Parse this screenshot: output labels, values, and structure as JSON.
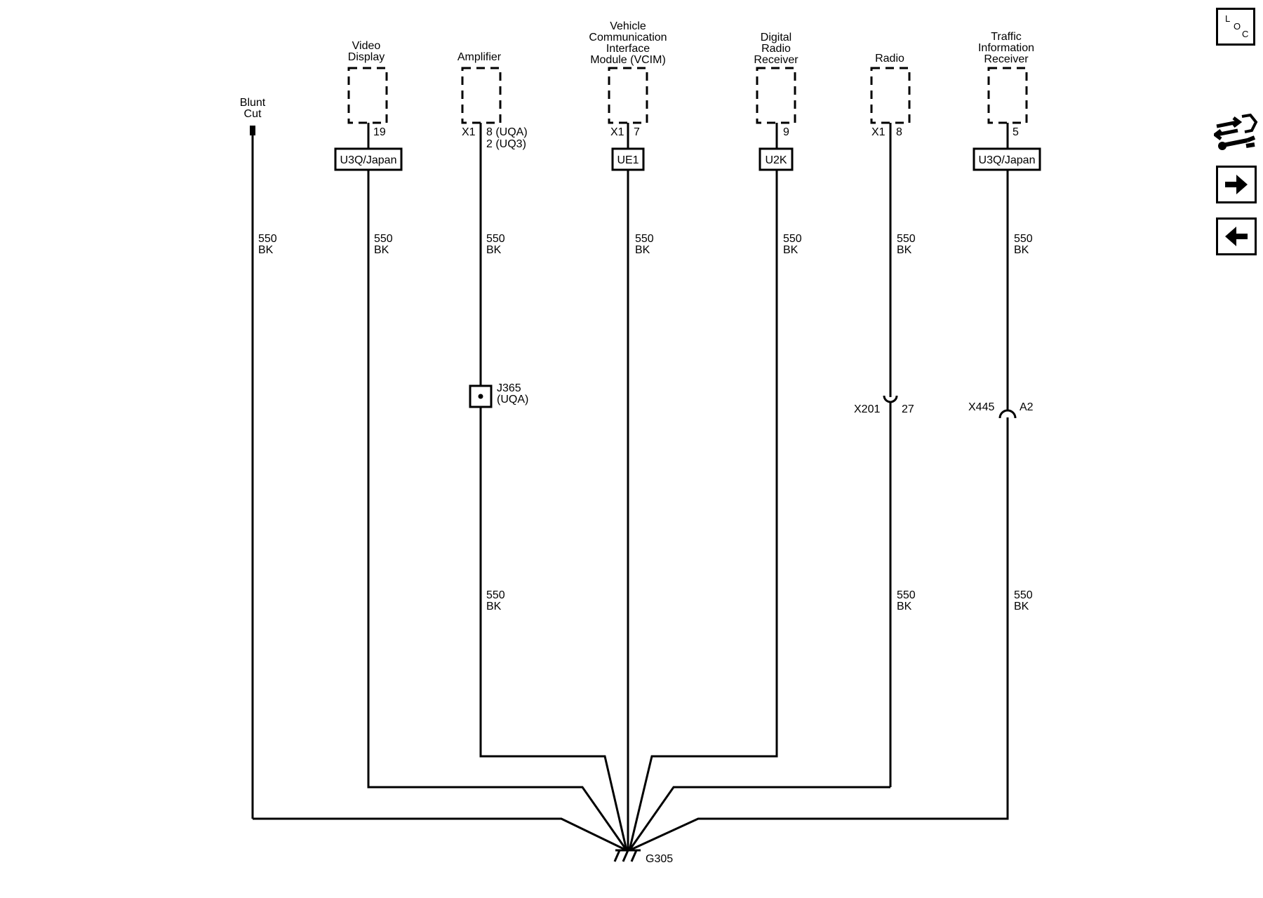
{
  "components": {
    "video_display": {
      "name_lines": [
        "Video",
        "Display"
      ],
      "pin": "19",
      "option": "U3Q/Japan",
      "wire_circuit": "550",
      "wire_color": "BK"
    },
    "amplifier": {
      "name_lines": [
        "Amplifier"
      ],
      "connector": "X1",
      "pin_lines": [
        "8 (UQA)",
        "2 (UQ3)"
      ],
      "wire_circuit": "550",
      "wire_color": "BK",
      "lower_wire_circuit": "550",
      "lower_wire_color": "BK"
    },
    "vcim": {
      "name_lines": [
        "Vehicle",
        "Communication",
        "Interface",
        "Module (VCIM)"
      ],
      "connector": "X1",
      "pin": "7",
      "option": "UE1",
      "wire_circuit": "550",
      "wire_color": "BK"
    },
    "digital_radio": {
      "name_lines": [
        "Digital",
        "Radio",
        "Receiver"
      ],
      "pin": "9",
      "option": "U2K",
      "wire_circuit": "550",
      "wire_color": "BK"
    },
    "radio": {
      "name_lines": [
        "Radio"
      ],
      "connector": "X1",
      "pin": "8",
      "wire_circuit": "550",
      "wire_color": "BK",
      "lower_wire_circuit": "550",
      "lower_wire_color": "BK"
    },
    "traffic_receiver": {
      "name_lines": [
        "Traffic",
        "Information",
        "Receiver"
      ],
      "pin": "5",
      "option": "U3Q/Japan",
      "wire_circuit": "550",
      "wire_color": "BK",
      "lower_wire_circuit": "550",
      "lower_wire_color": "BK"
    }
  },
  "blunt_cut": {
    "label_lines": [
      "Blunt",
      "Cut"
    ],
    "wire_circuit": "550",
    "wire_color": "BK"
  },
  "splice": {
    "name": "J365",
    "option": "(UQA)"
  },
  "inline_connectors": {
    "x201": {
      "name": "X201",
      "pin": "27"
    },
    "x445": {
      "name": "X445",
      "pin": "A2"
    }
  },
  "ground": {
    "name": "G305"
  },
  "sidebar": {
    "loc_letters": [
      "L",
      "O",
      "C"
    ],
    "icons": [
      "location-icon",
      "connector-wrench-icon",
      "arrow-right-icon",
      "arrow-left-icon"
    ]
  }
}
